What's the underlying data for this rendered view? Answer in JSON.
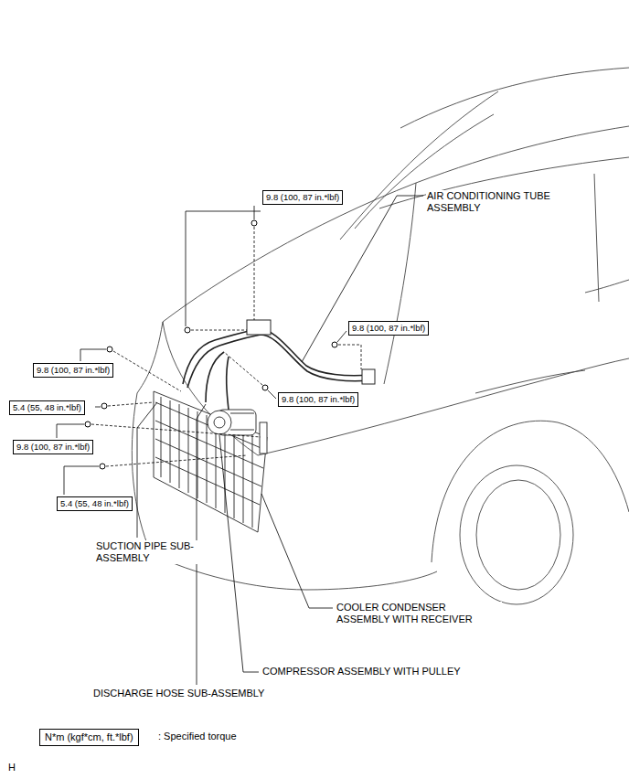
{
  "diagram": {
    "nodes": [
      {
        "text": [
          "9.8 (100, 87 in.*lbf)"
        ]
      },
      {
        "text": [
          "9.8 (100, 87 in.*lbf)"
        ]
      },
      {
        "text": [
          "9.8 (100, 87 in.*lbf)"
        ]
      },
      {
        "text": [
          "9.8 (100, 87 in.*lbf)"
        ]
      },
      {
        "text": [
          "5.4 (55, 48 in.*lbf)"
        ]
      },
      {
        "text": [
          "9.8 (100, 87 in.*lbf)"
        ]
      },
      {
        "text": [
          "5.4 (55, 48 in.*lbf)"
        ]
      },
      {
        "text": [
          "N*m (kgf*cm, ft.*lbf)"
        ]
      }
    ],
    "labels": [
      "AIR CONDITIONING TUBE ASSEMBLY",
      "SUCTION PIPE SUB-ASSEMBLY",
      "COOLER CONDENSER ASSEMBLY WITH RECEIVER",
      "COMPRESSOR ASSEMBLY WITH PULLEY",
      "DISCHARGE HOSE SUB-ASSEMBLY",
      ": Specified torque",
      "H"
    ]
  }
}
